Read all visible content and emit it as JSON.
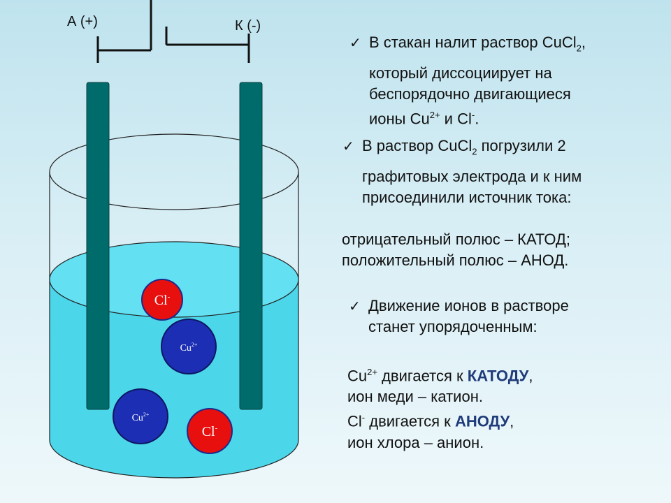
{
  "diagram": {
    "anode_label": "А (+)",
    "cathode_label": "К (-)",
    "ions": [
      {
        "kind": "cl",
        "text": "Cl",
        "sup": "-"
      },
      {
        "kind": "cu",
        "text": "Cu",
        "sup": "2+"
      },
      {
        "kind": "cu",
        "text": "Cu",
        "sup": "2+"
      },
      {
        "kind": "cl",
        "text": "Cl",
        "sup": "-"
      }
    ],
    "colors": {
      "electrode": "#006b6b",
      "solution": "#4cd6ea",
      "solution_top": "#63e0f2",
      "cl_ion": "#e80f0f",
      "cu_ion": "#1c2fb4",
      "glass_outline": "#222222"
    }
  },
  "text": {
    "b1": {
      "l1_pre": "В стакан налит раствор CuCl",
      "l1_sub": "2",
      "l1_post": ",",
      "l2": "который диссоциирует на",
      "l3": "беспорядочно двигающиеся",
      "l4_pre": "ионы Cu",
      "l4_sup1": "2+",
      "l4_mid": " и Cl",
      "l4_sup2": "-",
      "l4_post": "."
    },
    "b2": {
      "l1_pre": "В раствор CuCl",
      "l1_sub": "2",
      "l1_post": " погрузили 2",
      "l2": "графитовых электрода и к ним",
      "l3": "присоединили источник тока:"
    },
    "b3": {
      "l1": "отрицательный полюс – КАТОД;",
      "l2": "положительный полюс – АНОД."
    },
    "b4": {
      "l1": "Движение ионов в растворе",
      "l2": "станет упорядоченным:"
    },
    "b5": {
      "l1_pre": "Cu",
      "l1_sup": "2+",
      "l1_mid": " двигается к ",
      "l1_kw": "КАТОДУ",
      "l1_post": ",",
      "l2": "ион меди – катион.",
      "l3_pre": "Cl",
      "l3_sup": "-",
      "l3_mid": " двигается  к ",
      "l3_kw": "АНОДУ",
      "l3_post": ",",
      "l4": "ион хлора – анион."
    },
    "check_mark": "✓"
  }
}
